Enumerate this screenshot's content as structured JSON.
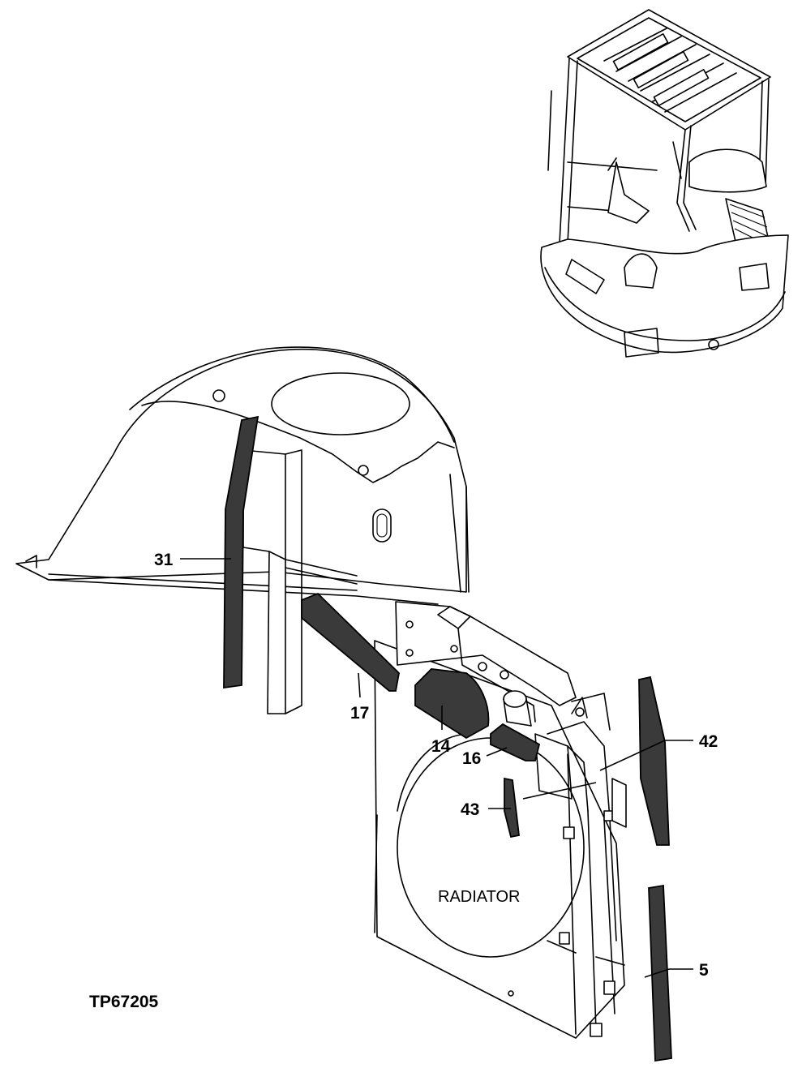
{
  "figure_id": "TP67205",
  "callouts": [
    {
      "id": "c31",
      "text": "31"
    },
    {
      "id": "c17",
      "text": "17"
    },
    {
      "id": "c14",
      "text": "14"
    },
    {
      "id": "c16",
      "text": "16"
    },
    {
      "id": "c42",
      "text": "42"
    },
    {
      "id": "c43",
      "text": "43"
    },
    {
      "id": "c5",
      "text": "5"
    }
  ],
  "component_label": "RADIATOR",
  "colors": {
    "ink": "#000000",
    "seal_fill": "#3a3a3a",
    "background": "#ffffff"
  }
}
